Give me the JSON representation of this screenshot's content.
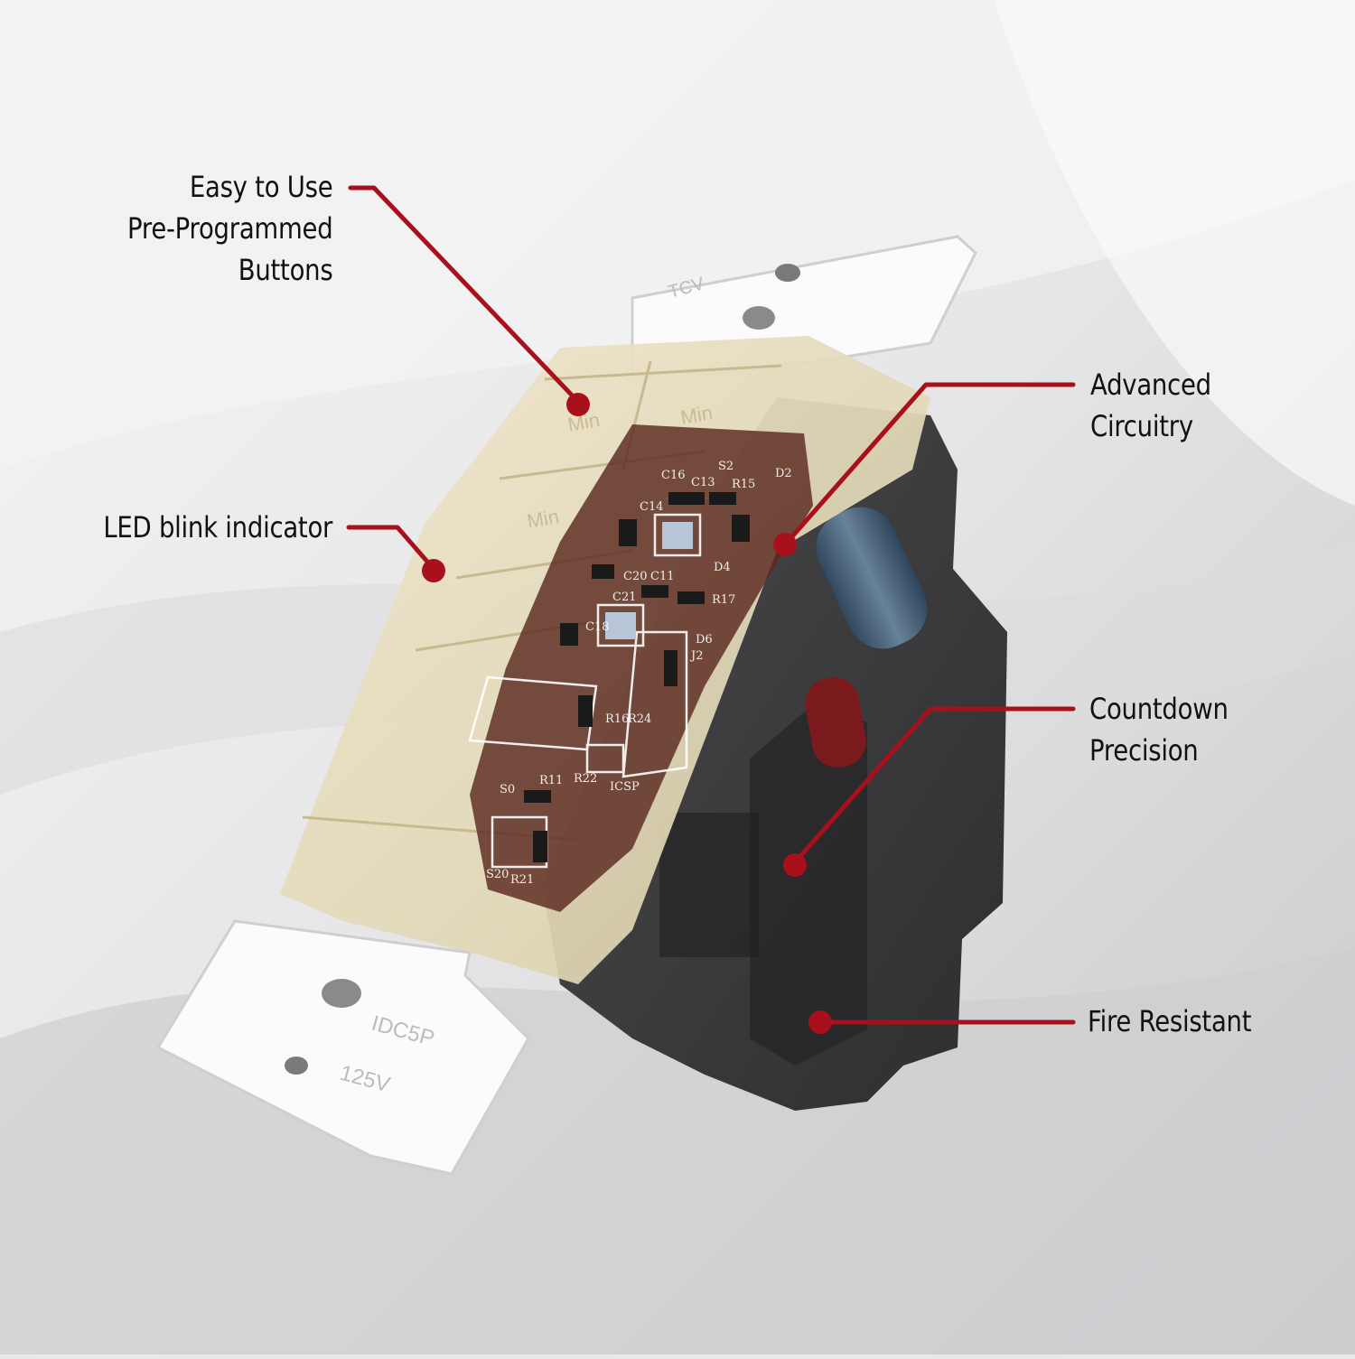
{
  "colors": {
    "accent": "#a8111b",
    "housing": "#3a3a3c",
    "faceplate": "#e3d8ba",
    "pcb": "#5a2a20",
    "mounting_strap": "#f4f4f4"
  },
  "callouts": {
    "buttons": {
      "lines": [
        "Easy to Use",
        "Pre-Programmed",
        "Buttons"
      ]
    },
    "led": {
      "lines": [
        "LED blink  indicator"
      ]
    },
    "circuitry": {
      "lines": [
        "Advanced",
        "Circuitry"
      ]
    },
    "countdown": {
      "lines": [
        "Countdown",
        "Precision"
      ]
    },
    "fire": {
      "lines": [
        "Fire Resistant"
      ]
    }
  },
  "pcb_labels": [
    "C16",
    "C13",
    "S2",
    "R15",
    "D2",
    "C14",
    "D4",
    "C20",
    "C11",
    "C21",
    "R17",
    "C18",
    "D6",
    "J2",
    "R16",
    "R24",
    "R22",
    "ICSP",
    "R11",
    "S0",
    "S20",
    "R21"
  ],
  "plate_text": {
    "top": "TCV",
    "bottom_1": "IDC5P",
    "bottom_2": "125V"
  },
  "button_text": [
    "Min",
    "Min",
    "Min"
  ]
}
